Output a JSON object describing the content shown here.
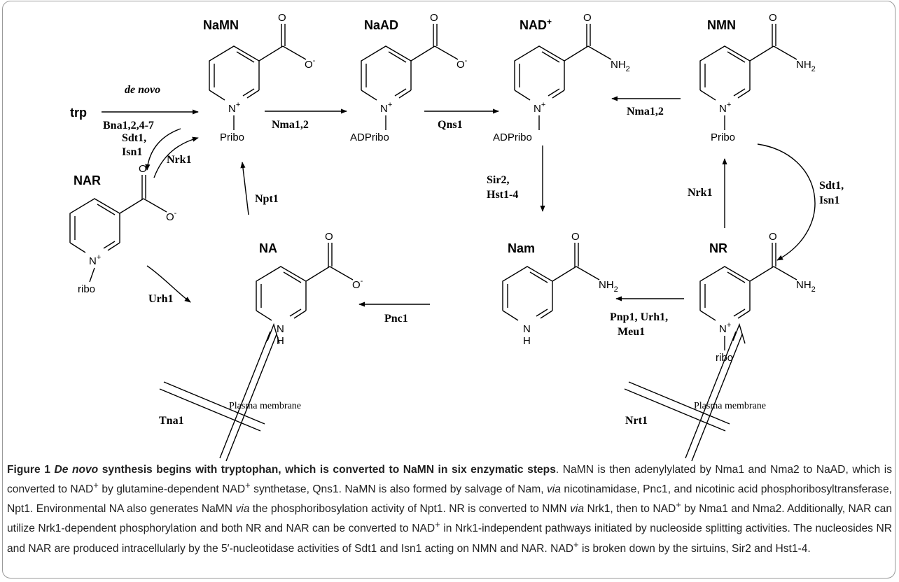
{
  "molecules": {
    "namn": "NaMN",
    "naad": "NaAD",
    "nad": "NAD",
    "nmn": "NMN",
    "nar": "NAR",
    "na": "NA",
    "nam": "Nam",
    "nr": "NR",
    "trp": "trp"
  },
  "substituents": {
    "pribo": "Pribo",
    "adpribo": "ADPribo",
    "ribo": "ribo",
    "o": "O",
    "o_minus": "O",
    "minus": "-",
    "plus": "+",
    "nh2_n": "NH",
    "nh2_sub": "2",
    "n": "N",
    "h": "H"
  },
  "enzymes": {
    "de_novo": "de novo",
    "bna": "Bna1,2,4-7",
    "nma_left": "Nma1,2",
    "qns1": "Qns1",
    "nma_right": "Nma1,2",
    "sdt1_left": "Sdt1,",
    "isn1_left": "Isn1",
    "nrk1_left": "Nrk1",
    "npt1": "Npt1",
    "sir2": "Sir2,",
    "hst": "Hst1-4",
    "nrk1_right": "Nrk1",
    "sdt1_right": "Sdt1,",
    "isn1_right": "Isn1",
    "urh1": "Urh1",
    "pnc1": "Pnc1",
    "pnp1": "Pnp1, Urh1,",
    "meu1": "Meu1",
    "tna1": "Tna1",
    "nrt1": "Nrt1",
    "membrane_left": "Plasma membrane",
    "membrane_right": "Plasma membrane"
  },
  "caption": {
    "fig_label": "Figure 1",
    "title_italic": "De novo",
    "title_rest": " synthesis begins with tryptophan, which is converted to NaMN in six enzymatic steps",
    "p1": ". NaMN is then adenylylated by Nma1 and Nma2 to NaAD, which is converted to NAD",
    "p2": " by glutamine-dependent NAD",
    "p3": " synthetase, Qns1. NaMN is also formed by salvage of Nam, ",
    "via1": "via",
    "p4": " nicotinamidase, Pnc1, and nicotinic acid phosphoribosyltransferase, Npt1. Environmental NA also generates NaMN ",
    "via2": "via",
    "p5": " the phosphoribosylation activity of Npt1. NR is converted to NMN ",
    "via3": "via",
    "p6": " Nrk1, then to NAD",
    "p7": " by Nma1 and Nma2. Additionally, NAR can utilize Nrk1-dependent phosphorylation and both NR and NAR can be converted to NAD",
    "p8": " in Nrk1-independent pathways initiated by nucleoside splitting activities. The nucleosides NR and NAR are produced intracellularly by the 5′-nucleotidase activities of Sdt1 and Isn1 acting on NMN and NAR. NAD",
    "p9": " is broken down by the sirtuins, Sir2 and Hst1-4.",
    "sup": "+"
  }
}
